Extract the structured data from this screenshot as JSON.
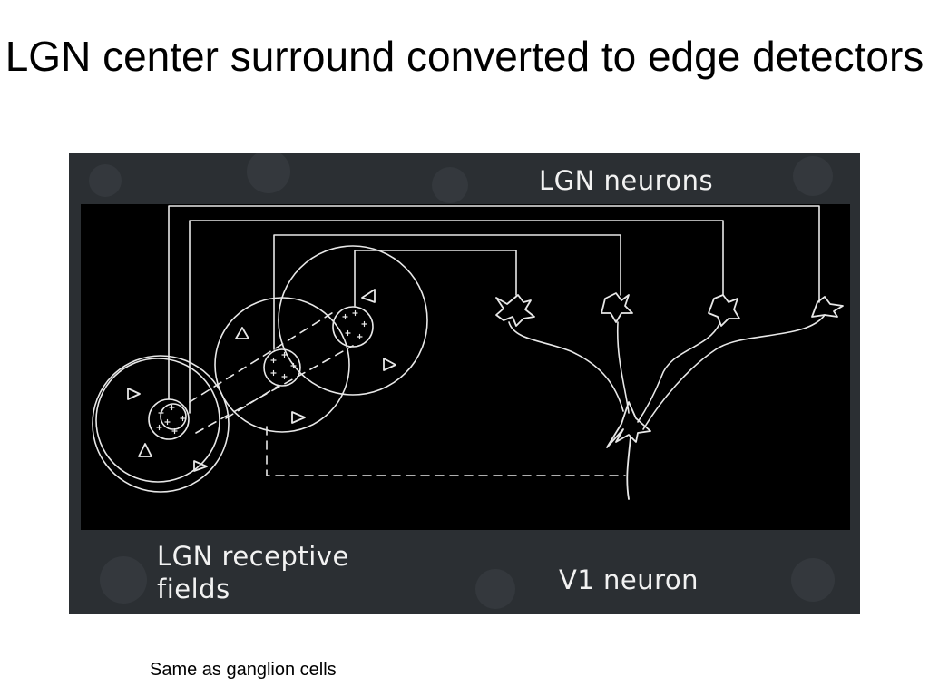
{
  "slide": {
    "title": "LGN center surround converted to edge detectors",
    "caption": "Same as ganglion cells"
  },
  "figure": {
    "labels": {
      "lgn_neurons": "LGN neurons",
      "lgn_receptive_fields": "LGN receptive fields",
      "v1_neuron": "V1 neuron"
    },
    "center_symbol": "+",
    "surround_symbol": "△",
    "colors": {
      "chalkboard": "#2b2f33",
      "panel": "#000000",
      "line": "#e8e8e8"
    }
  }
}
